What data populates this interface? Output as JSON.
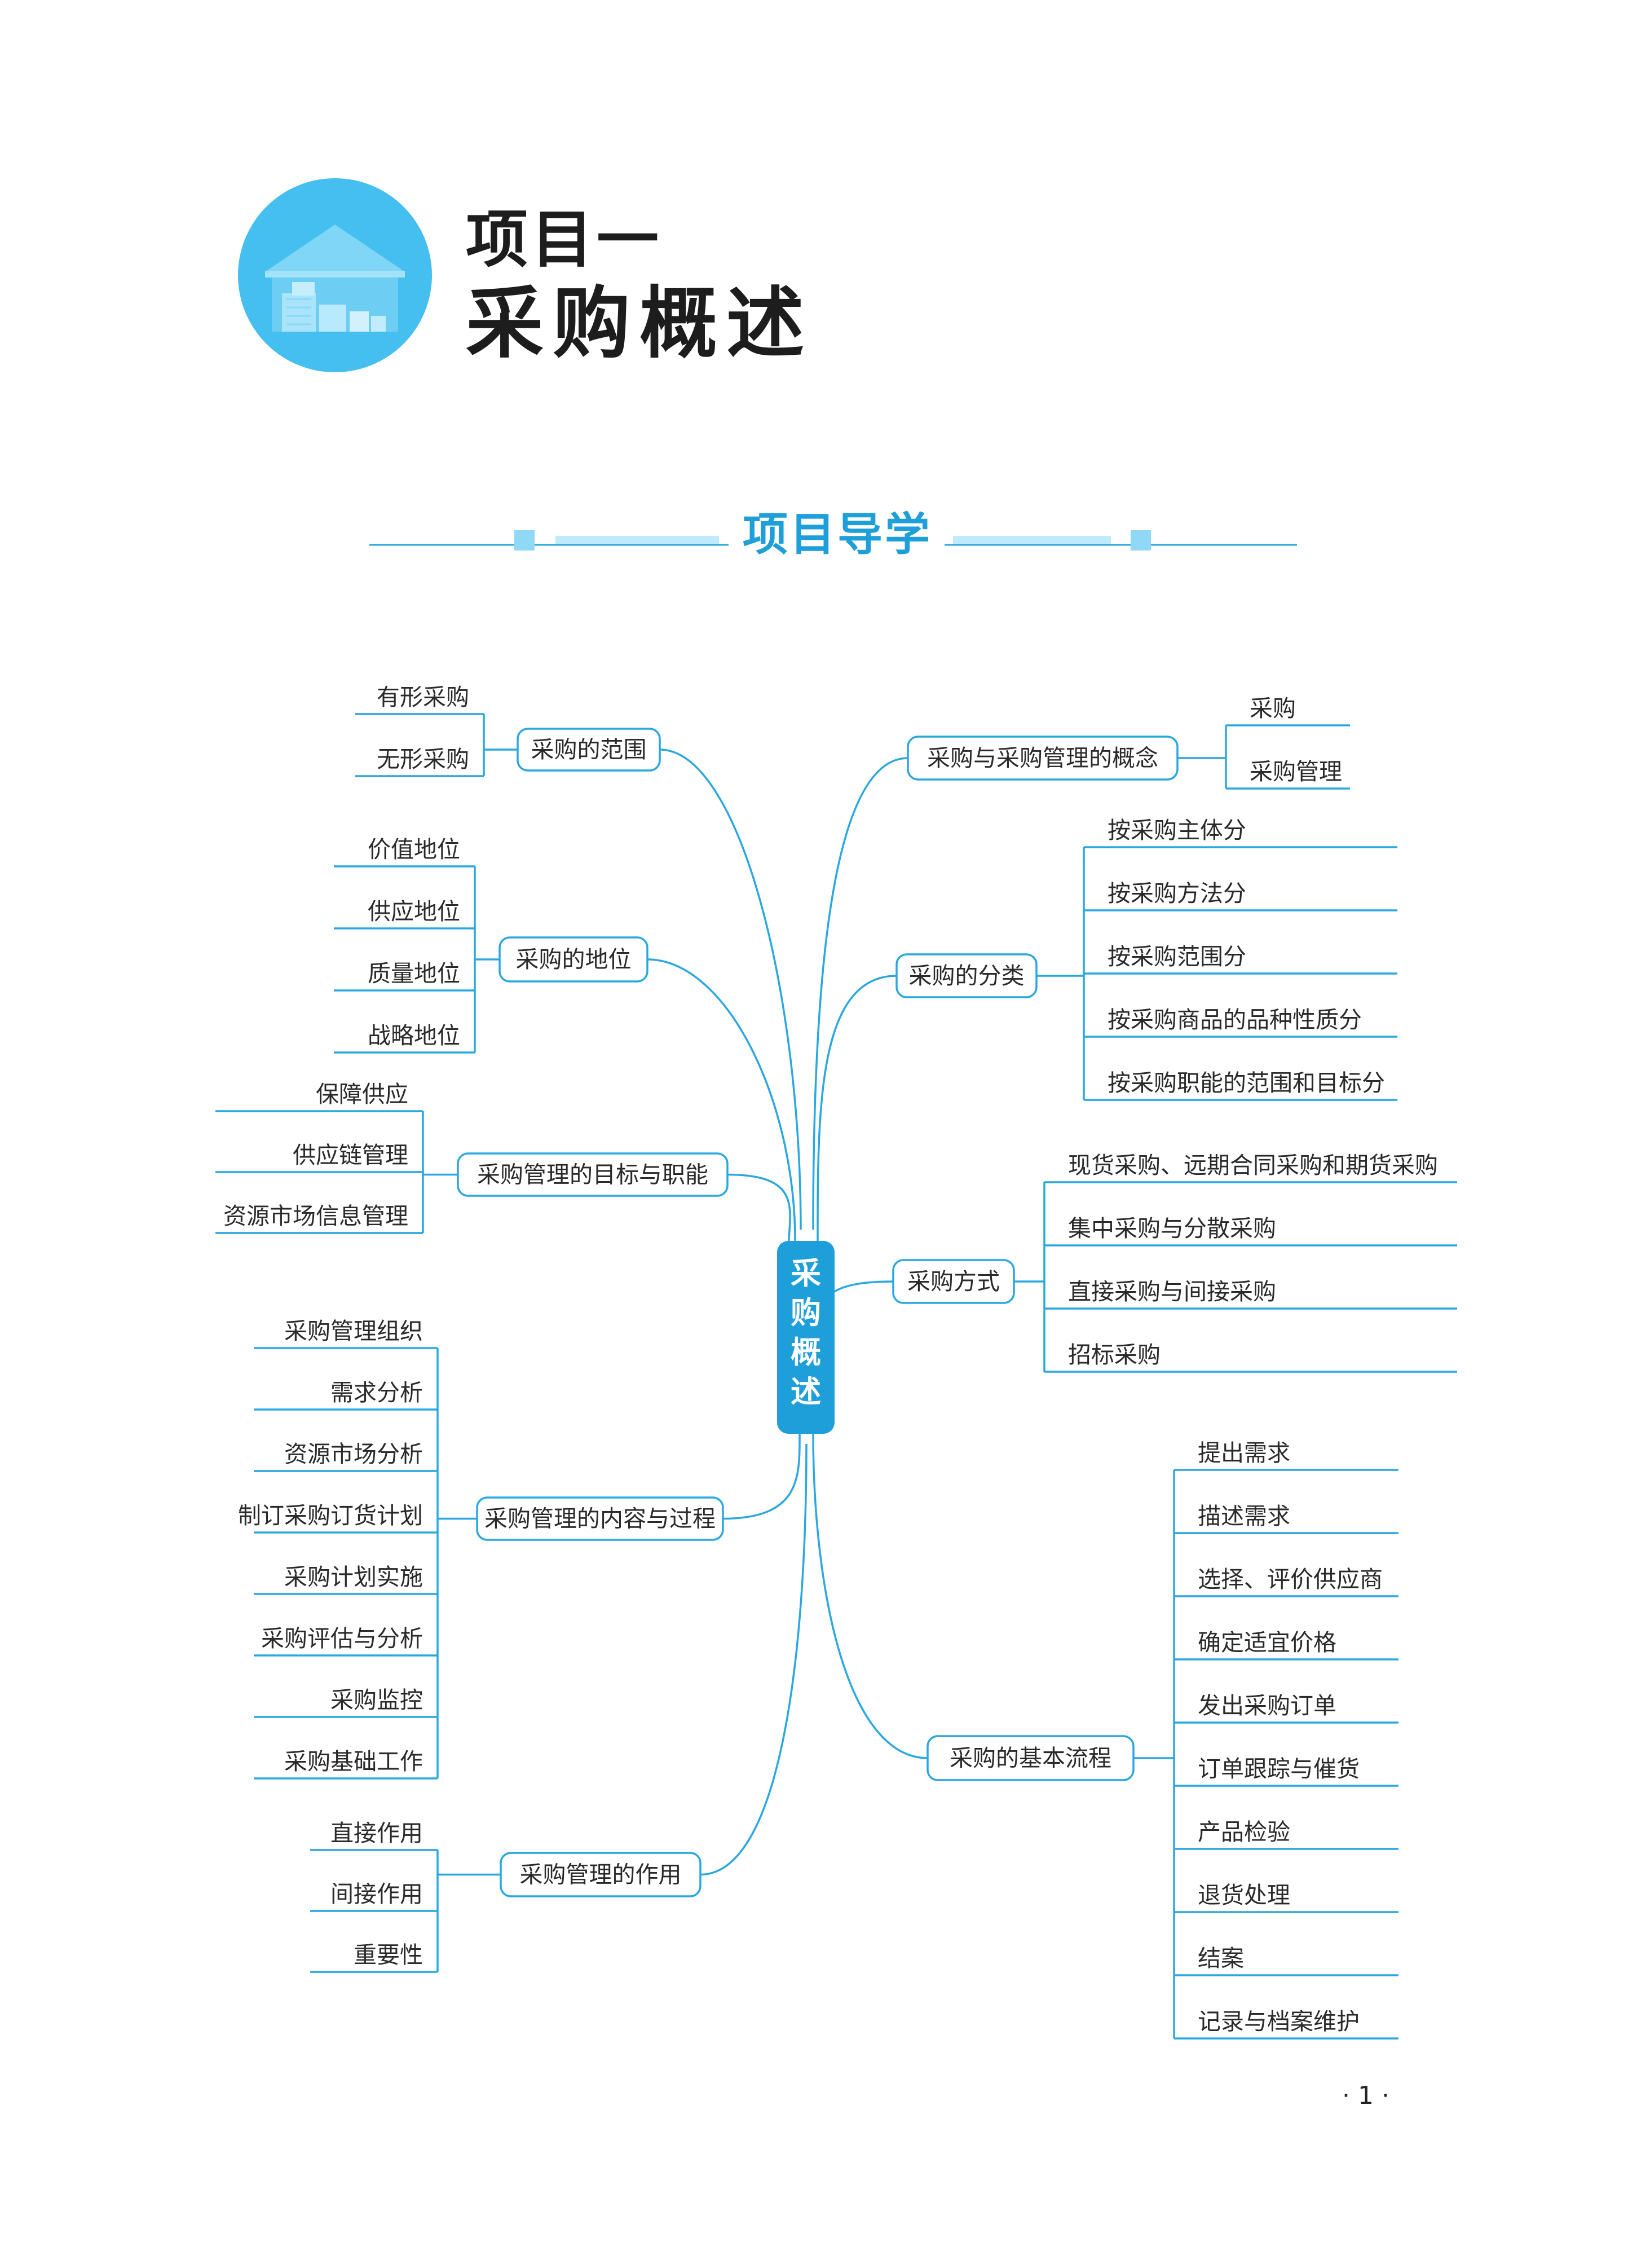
{
  "header": {
    "line1": "项目一",
    "line2": "采购概述",
    "icon": "warehouse-icon"
  },
  "section_title": "项目导学",
  "mindmap": {
    "center": "采购概述",
    "branches": [
      {
        "label": "采购的范围",
        "leaves": [
          "有形采购",
          "无形采购"
        ]
      },
      {
        "label": "采购的地位",
        "leaves": [
          "价值地位",
          "供应地位",
          "质量地位",
          "战略地位"
        ]
      },
      {
        "label": "采购管理的目标与职能",
        "leaves": [
          "保障供应",
          "供应链管理",
          "资源市场信息管理"
        ]
      },
      {
        "label": "采购管理的内容与过程",
        "leaves": [
          "采购管理组织",
          "需求分析",
          "资源市场分析",
          "制订采购订货计划",
          "采购计划实施",
          "采购评估与分析",
          "采购监控",
          "采购基础工作"
        ]
      },
      {
        "label": "采购管理的作用",
        "leaves": [
          "直接作用",
          "间接作用",
          "重要性"
        ]
      },
      {
        "label": "采购与采购管理的概念",
        "leaves": [
          "采购",
          "采购管理"
        ]
      },
      {
        "label": "采购的分类",
        "leaves": [
          "按采购主体分",
          "按采购方法分",
          "按采购范围分",
          "按采购商品的品种性质分",
          "按采购职能的范围和目标分"
        ]
      },
      {
        "label": "采购方式",
        "leaves": [
          "现货采购、远期合同采购和期货采购",
          "集中采购与分散采购",
          "直接采购与间接采购",
          "招标采购"
        ]
      },
      {
        "label": "采购的基本流程",
        "leaves": [
          "提出需求",
          "描述需求",
          "选择、评价供应商",
          "确定适宜价格",
          "发出采购订单",
          "订单跟踪与催货",
          "产品检验",
          "退货处理",
          "结案",
          "记录与档案维护"
        ]
      }
    ]
  },
  "page_number": "· 1 ·",
  "colors": {
    "accent": "#1f9fd9",
    "line": "#2aa7e0",
    "circle": "#45bff0"
  }
}
